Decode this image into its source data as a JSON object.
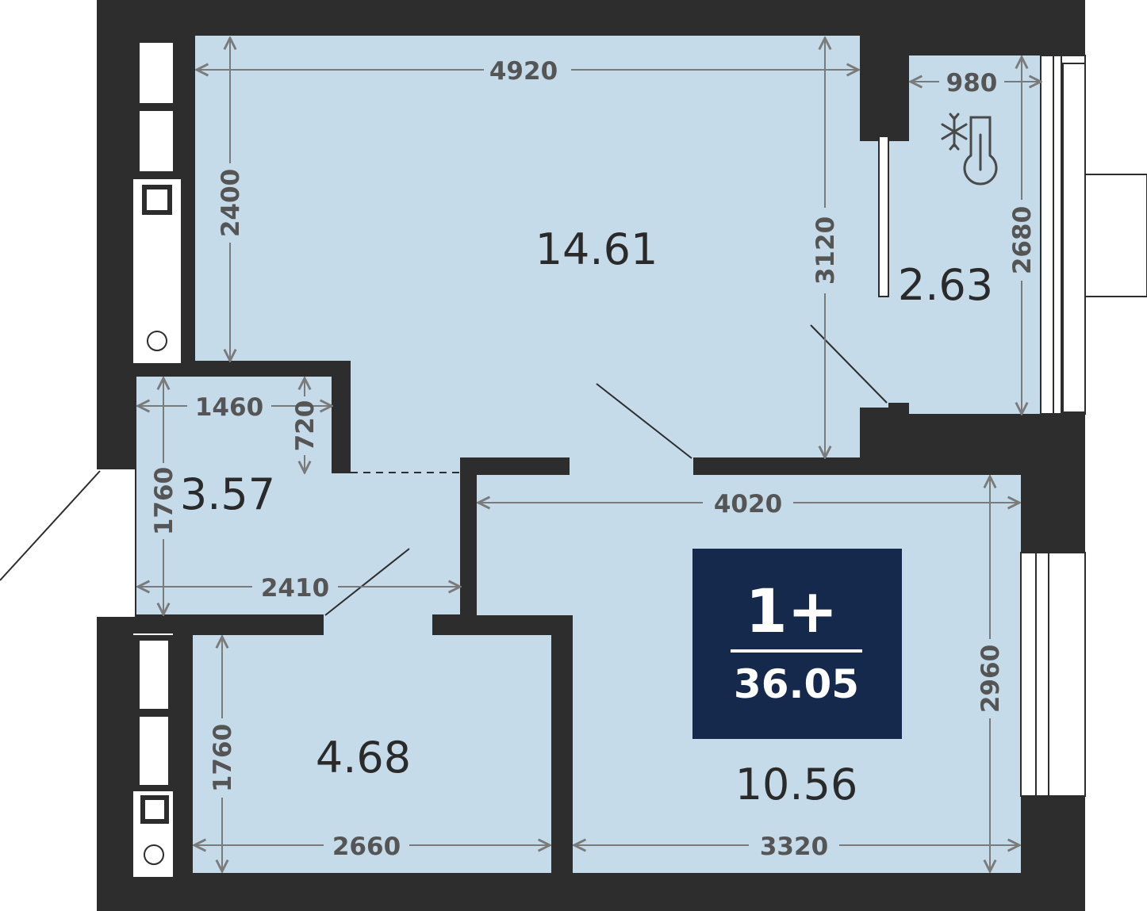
{
  "colors": {
    "wall": "#2d2d2d",
    "floor": "#c6dbea",
    "badge": "#14294b",
    "dimension": "#7a7a7a"
  },
  "apartment": {
    "type": "1+",
    "total_area": "36.05"
  },
  "rooms": {
    "main_room_area": "14.61",
    "balcony_area": "2.63",
    "hallway_area": "3.57",
    "bathroom_area": "4.68",
    "kitchen_area": "10.56"
  },
  "dimensions": {
    "main_width": "4920",
    "main_height": "2400",
    "main_right_height": "3120",
    "balcony_width": "980",
    "balcony_height": "2680",
    "hall_width_top": "1460",
    "hall_depth": "720",
    "hall_height": "1760",
    "hall_width_bottom": "2410",
    "kitchen_width_top": "4020",
    "kitchen_height": "2960",
    "kitchen_width_bottom": "3320",
    "bath_height": "1760",
    "bath_width": "2660"
  },
  "icons": {
    "balcony": "snowflake-thermometer-icon",
    "outlets": "socket-icon"
  }
}
